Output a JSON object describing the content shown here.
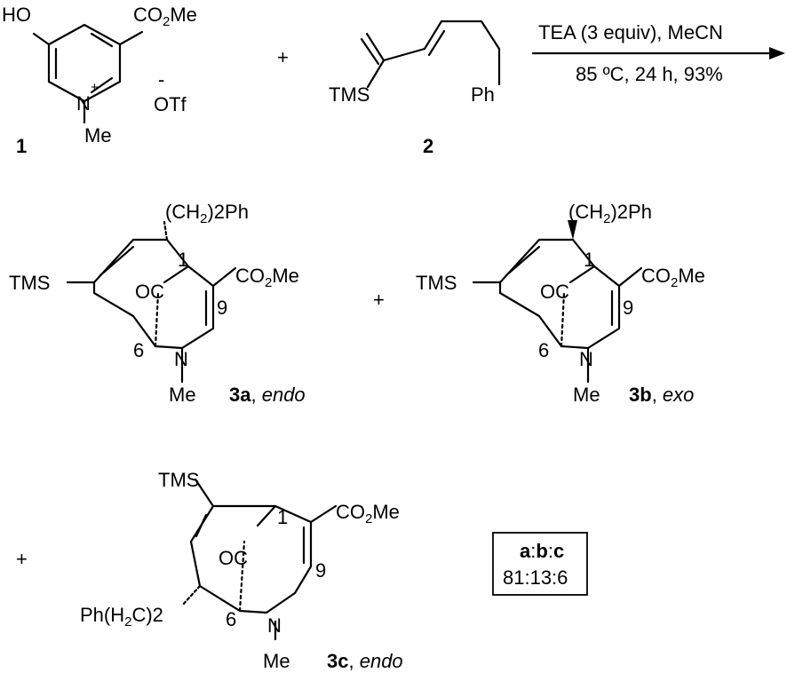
{
  "reactant1": {
    "ho": "HO",
    "ester": "CO",
    "ester_sub": "2",
    "ester_tail": "Me",
    "n": "N",
    "n_charge": "+",
    "n_me": "Me",
    "counter_charge": "-",
    "counter": "OTf",
    "number": "1"
  },
  "plus_1": "+",
  "reactant2": {
    "tms": "TMS",
    "ph": "Ph",
    "number": "2"
  },
  "conditions": {
    "line1": "TEA (3 equiv),  MeCN",
    "line2": "85 ºC, 24 h, 93%"
  },
  "product_a": {
    "sidechain": "(CH",
    "sidechain_sub": "2",
    "sidechain_tail": ")2Ph",
    "tms": "TMS",
    "oc": "OC",
    "ester": "CO",
    "ester_sub": "2",
    "ester_tail": "Me",
    "pos1": "1",
    "pos6": "6",
    "pos9": "9",
    "n": "N",
    "n_me": "Me",
    "number": "3a",
    "stereo": "endo"
  },
  "plus_2": "+",
  "product_b": {
    "sidechain": "(CH",
    "sidechain_sub": "2",
    "sidechain_tail": ")2Ph",
    "tms": "TMS",
    "oc": "OC",
    "ester": "CO",
    "ester_sub": "2",
    "ester_tail": "Me",
    "pos1": "1",
    "pos6": "6",
    "pos9": "9",
    "n": "N",
    "n_me": "Me",
    "number": "3b",
    "stereo": "exo"
  },
  "plus_3": "+",
  "product_c": {
    "tms": "TMS",
    "sidechain": "Ph(H",
    "sidechain_sub": "2",
    "sidechain_tail": "C)2",
    "oc": "OC",
    "ester": "CO",
    "ester_sub": "2",
    "ester_tail": "Me",
    "pos1": "1",
    "pos6": "6",
    "pos9": "9",
    "n": "N",
    "n_me": "Me",
    "number": "3c",
    "stereo": "endo"
  },
  "ratio_box": {
    "a": "a",
    "colon1": ":",
    "b": "b",
    "colon2": ":",
    "c": "c",
    "values": "81:13:6"
  }
}
